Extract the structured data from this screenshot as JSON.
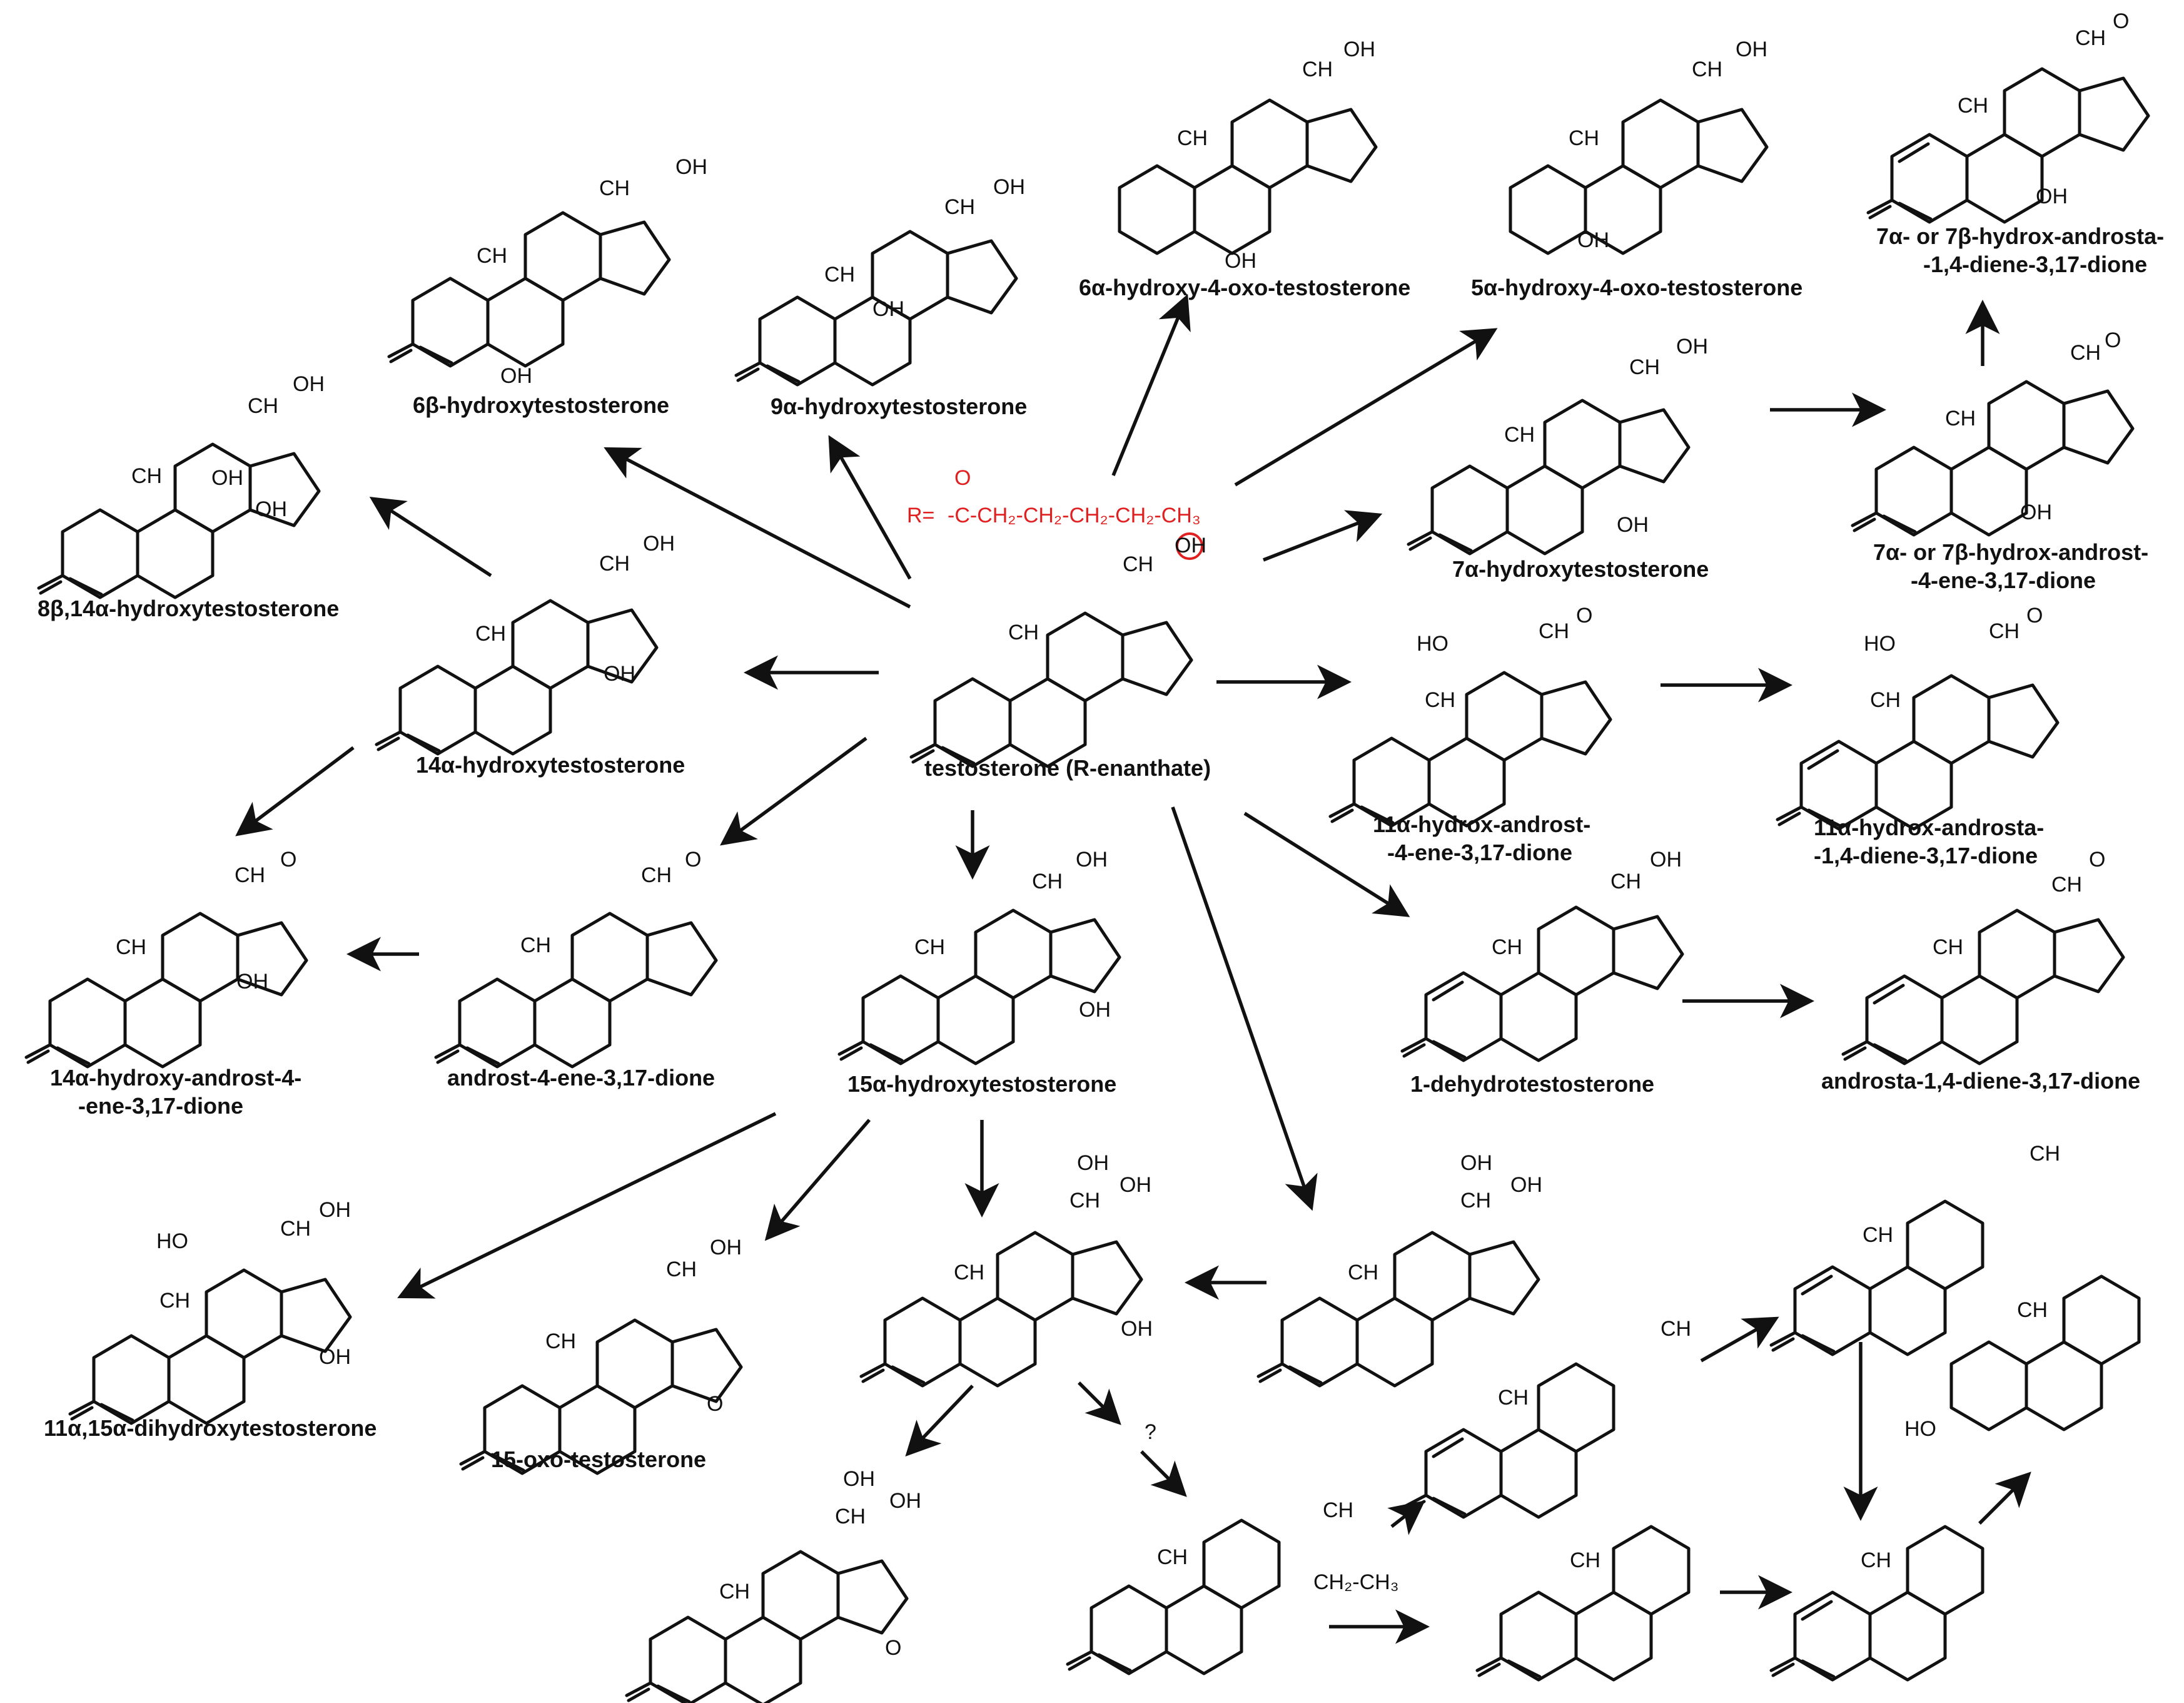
{
  "compounds": {
    "testosterone": "testosterone (R-enanthate)",
    "c6b": "6β-hydroxytestosterone",
    "c9a": "9α-hydroxytestosterone",
    "c8b14a": "8β,14α-hydroxytestosterone",
    "c14a": "14α-hydroxytestosterone",
    "c6a4oxo": "6α-hydroxy-4-oxo-testosterone",
    "c5a4oxo": "5α-hydroxy-4-oxo-testosterone",
    "c7aa17": [
      "7α- or 7β-hydrox-androsta-",
      "-1,4-diene-3,17-dione"
    ],
    "c7a": "7α-hydroxytestosterone",
    "c7ae": [
      "7α- or 7β-hydrox-androst-",
      "-4-ene-3,17-dione"
    ],
    "c11ae": [
      "11α-hydrox-androst-",
      "-4-ene-3,17-dione"
    ],
    "c11ad": [
      "11α-hydrox-androsta-",
      "-1,4-diene-3,17-dione"
    ],
    "c14adione": [
      "14α-hydroxy-androst-4-",
      "-ene-3,17-dione"
    ],
    "androstenedione": "androst-4-ene-3,17-dione",
    "c15a": "15α-hydroxytestosterone",
    "c1dehydro": "1-dehydrotestosterone",
    "adione": "androsta-1,4-diene-3,17-dione",
    "c11a15a": "11α,15α-dihydroxytestosterone",
    "c15oxo": "15-oxo-testosterone"
  },
  "r_group": {
    "label": "R=",
    "chain": "-C-CH₂-CH₂-CH₂-CH₂-CH₃",
    "carbonyl": "O"
  },
  "labels": {
    "oh": "OH",
    "ho": "HO",
    "ch3": "CH",
    "sub3": "3",
    "ch2ch3": "CH₂-CH₃",
    "ch2": "CH",
    "question": "?",
    "o": "O"
  },
  "colors": {
    "ink": "#111111",
    "highlight": "#e02020"
  }
}
